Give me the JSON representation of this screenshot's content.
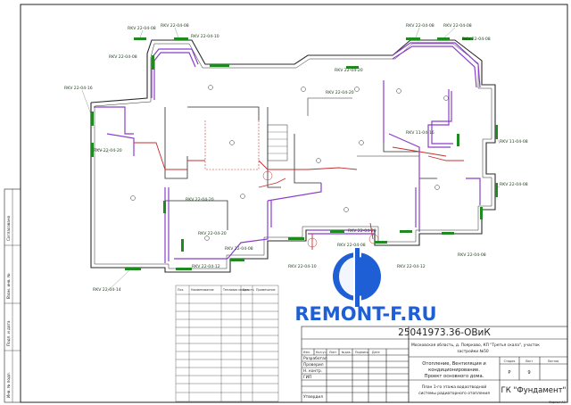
{
  "drawing": {
    "code": "25041973.36-ОВиК",
    "address_line1": "Московская область, д. Поярково, КП \"Третья скала\", участок",
    "address_line2": "застройки №50",
    "title_line1": "Отопление, Вентиляция и",
    "title_line2": "кондиционирование.",
    "title_line3": "Проект основного дома.",
    "sheet_desc_line1": "План 1-го этажа водоотводной",
    "sheet_desc_line2": "системы радиаторного отопления",
    "company": "ГК \"Фундамент\"",
    "format": "Формат А3",
    "stage_header": "Стадия",
    "sheet_header": "Лист",
    "sheets_header": "Листов",
    "stage_value": "Р",
    "sheet_value": "9",
    "sheets_value": ""
  },
  "title_block": {
    "col_headers": [
      "Изм.",
      "Кол.уч",
      "Лист",
      "№док.",
      "Подпись",
      "Дата"
    ],
    "roles": [
      "Разработал",
      "Проверил",
      "Н. контр.",
      "ГИП",
      "",
      "Утвердил"
    ]
  },
  "side_stamp": [
    "Инв. № подл.",
    "Подп. и дата",
    "Взам. инв. №",
    "Согласовано"
  ],
  "watermark": {
    "text": "REMONT-F.RU",
    "color": "#1f5fd6"
  },
  "radiator_tags": [
    "RKV 22-04-08",
    "RKV 22-04-08",
    "RKV 22-04-10",
    "RKV 22-04-08",
    "RKV 22-04-08",
    "RKV 22-04-08",
    "RKV 22-04-08",
    "RKV 22-04-20",
    "RKV 22-04-20",
    "RKV 22-04-16",
    "RKV 22-04-20",
    "RKV 22-04-20",
    "RKV 22-04-20",
    "RKV 11-04-16",
    "RKV 11-04-08",
    "RKV 22-04-08",
    "RKV 22-04-20",
    "RKV 22-04-12",
    "RKV 22-04-14",
    "RKV 22-04-08",
    "RKV 22-04-10",
    "RKV 22-04-12",
    "RKV 22-04-08",
    "RKV 22-04-08"
  ],
  "table_headers": [
    "Поз.",
    "Наименование",
    "Тепловая мощность",
    "Кол.",
    "Примечание"
  ],
  "colors": {
    "supply_pipe": "#8b3fc9",
    "return_pipe": "#c03030",
    "radiator": "#1f8a1f",
    "walls": "#2a2a2a"
  }
}
